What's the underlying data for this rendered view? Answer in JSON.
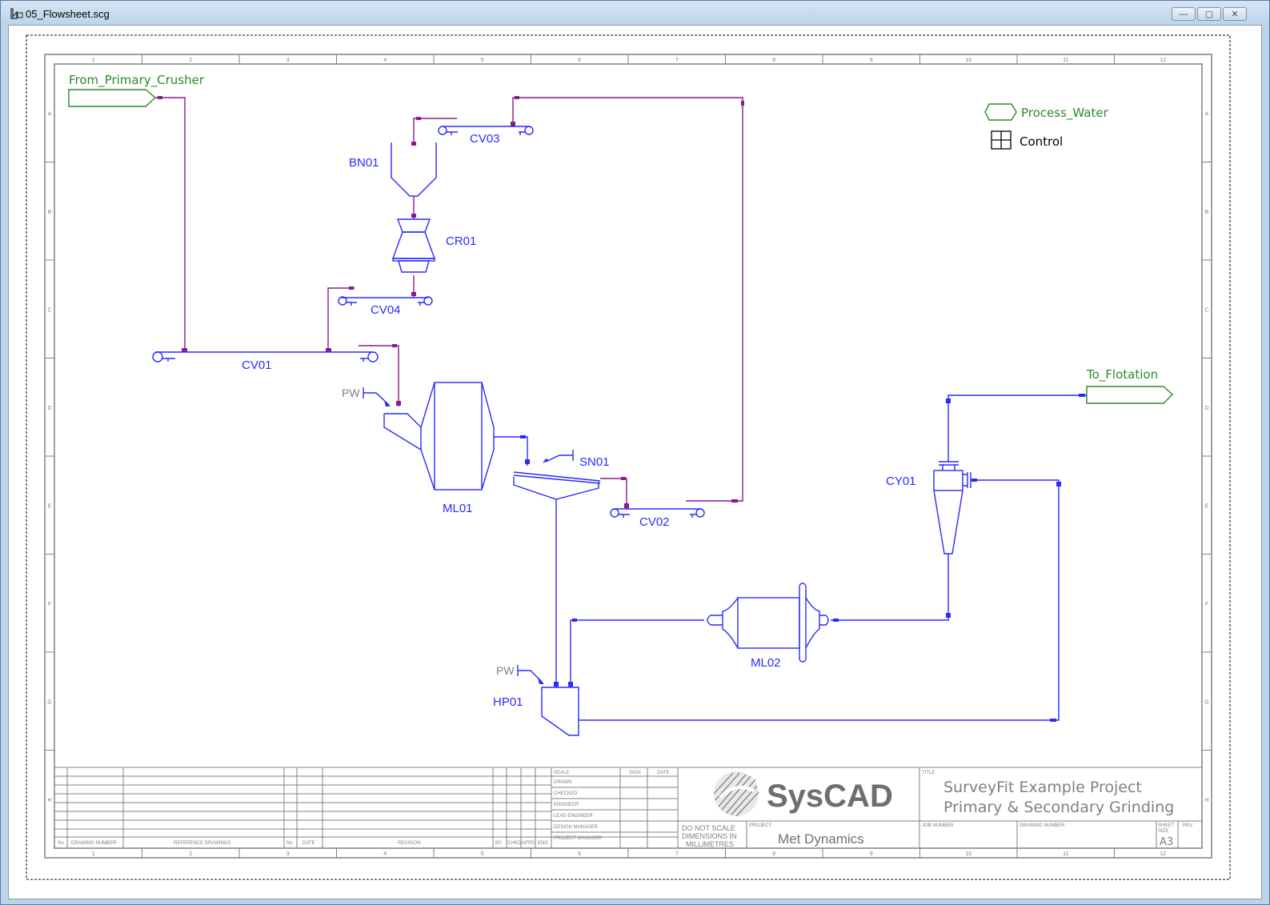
{
  "window": {
    "title": "05_Flowsheet.scg",
    "buttons": {
      "minimize": "—",
      "maximize": "▢",
      "close": "✕"
    }
  },
  "colors": {
    "unit_blue": "#2b2bff",
    "stream_purple": "#8b1a8b",
    "feeder_green": "#2a8a2a",
    "border_gray": "#808080"
  },
  "frame": {
    "columns": [
      "1",
      "2",
      "3",
      "4",
      "5",
      "6",
      "7",
      "8",
      "9",
      "10",
      "11",
      "12"
    ],
    "rows": [
      "A",
      "B",
      "C",
      "D",
      "E",
      "F",
      "G",
      "H"
    ]
  },
  "feeders": {
    "from_primary_crusher": "From_Primary_Crusher",
    "to_flotation": "To_Flotation"
  },
  "legend": {
    "process_water": "Process_Water",
    "control": "Control"
  },
  "units": {
    "bn01": "BN01",
    "cr01": "CR01",
    "cv01": "CV01",
    "cv02": "CV02",
    "cv03": "CV03",
    "cv04": "CV04",
    "ml01": "ML01",
    "ml02": "ML02",
    "sn01": "SN01",
    "hp01": "HP01",
    "cy01": "CY01",
    "pw_ml01": "PW",
    "pw_hp01": "PW"
  },
  "titleblock": {
    "ref_headers": {
      "no": "No",
      "drawing_number": "DRAWING NUMBER",
      "reference_drawings": "REFERENCE DRAWINGS"
    },
    "rev_headers": {
      "no": "No",
      "date": "DATE",
      "revision": "REVISION",
      "by": "BY",
      "chkd": "CHKD",
      "appd": "APPD",
      "eng": "ENG"
    },
    "sign_rows": [
      "SCALE",
      "DRAWN",
      "CHECKED",
      "ENGINEER",
      "LEAD ENGINEER",
      "DESIGN MANAGER",
      "PROJECT MANAGER"
    ],
    "sign_headers": {
      "sign": "SIGN",
      "date": "DATE"
    },
    "logo_text": "SysCAD",
    "scale_note": [
      "DO NOT SCALE",
      "DIMENSIONS IN",
      "MILLIMETRES"
    ],
    "project_label": "PROJECT",
    "project_name": "Met Dynamics",
    "title_label": "TITLE",
    "title_lines": [
      "SurveyFit Example Project",
      "Primary & Secondary Grinding"
    ],
    "job_number_label": "JOB NUMBER",
    "drawing_number_label": "DRAWING NUMBER",
    "sheet_size_label": [
      "SHEET",
      "SIZE"
    ],
    "sheet_size": "A3",
    "rev_label": "REV"
  }
}
